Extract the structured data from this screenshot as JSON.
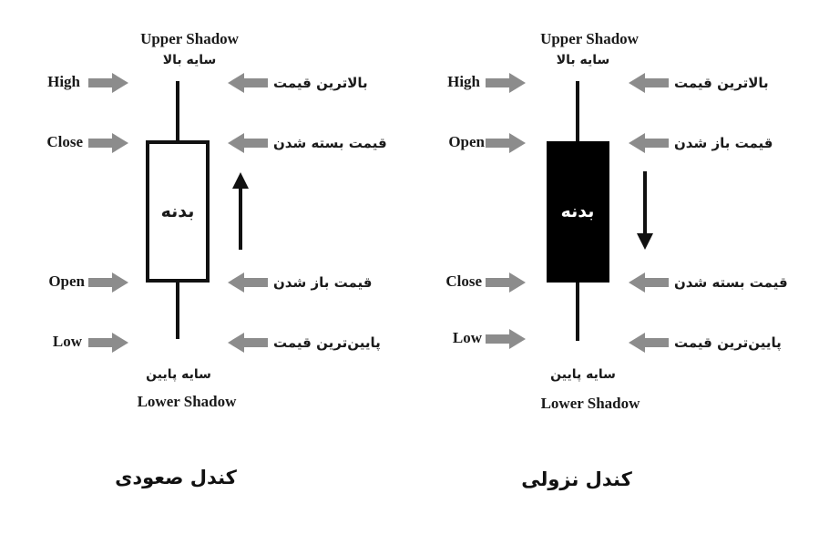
{
  "colors": {
    "pointer_arrow": "#8c8c8c",
    "wick": "#111111",
    "bearish_body": "#000000",
    "bullish_body": "#ffffff",
    "body_text_on_dark": "#ffffff"
  },
  "bullish": {
    "upper_shadow_en": "Upper Shadow",
    "upper_shadow_fa": "سایه بالا",
    "lower_shadow_fa": "سایه پایین",
    "lower_shadow_en": "Lower Shadow",
    "body_label": "بدنه",
    "left_labels": {
      "high": "High",
      "close": "Close",
      "open": "Open",
      "low": "Low"
    },
    "right_labels": {
      "high": "بالاترین قیمت",
      "close": "قیمت بسته شدن",
      "open": "قیمت باز شدن",
      "low": "پایین‌ترین قیمت"
    },
    "direction": "up",
    "caption": "کندل صعودی"
  },
  "bearish": {
    "upper_shadow_en": "Upper Shadow",
    "upper_shadow_fa": "سایه بالا",
    "lower_shadow_fa": "سایه پایین",
    "lower_shadow_en": "Lower Shadow",
    "body_label": "بدنه",
    "left_labels": {
      "high": "High",
      "open": "Open",
      "close": "Close",
      "low": "Low"
    },
    "right_labels": {
      "high": "بالاترین قیمت",
      "open": "قیمت باز شدن",
      "close": "قیمت بسته شدن",
      "low": "پایین‌ترین قیمت"
    },
    "direction": "down",
    "caption": "کندل نزولی"
  }
}
